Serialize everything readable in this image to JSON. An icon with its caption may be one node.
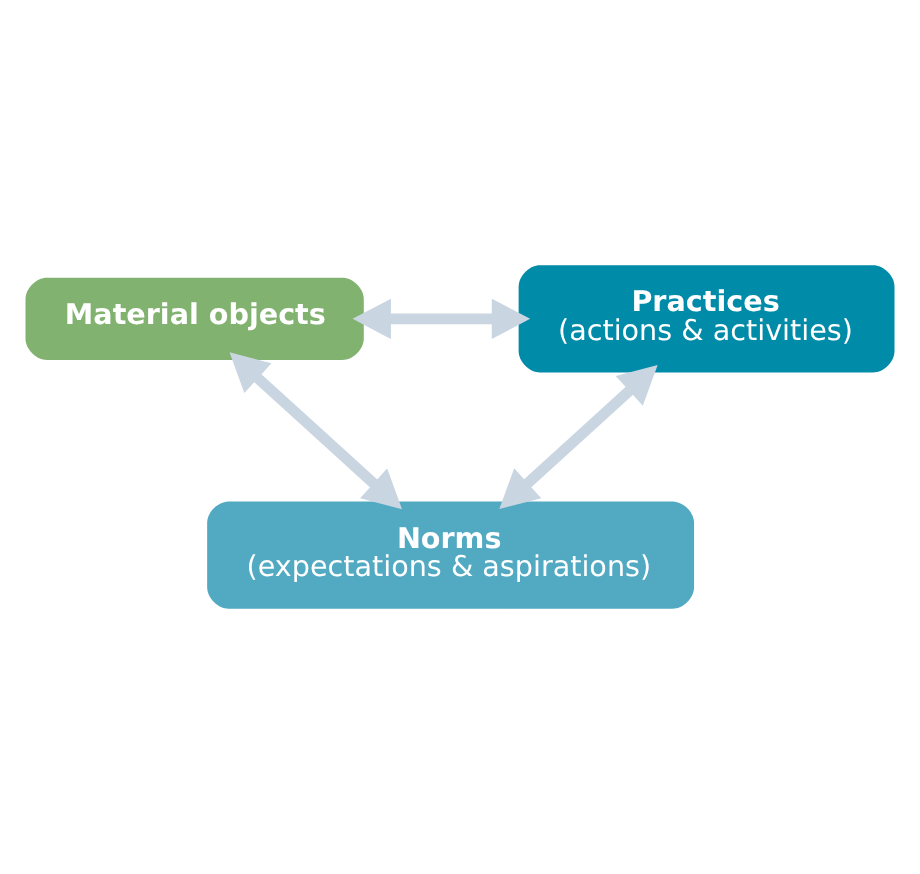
{
  "diagram": {
    "nodes": [
      {
        "text": [
          "Material objects"
        ]
      },
      {
        "text": [
          "Practices",
          "(actions & activities)"
        ]
      },
      {
        "text": [
          "Norms",
          "(expectations & aspirations)"
        ]
      }
    ],
    "edges": [
      {
        "from": 0,
        "to": 1,
        "arrow": "both"
      },
      {
        "from": 1,
        "to": 2,
        "arrow": "both"
      },
      {
        "from": 2,
        "to": 0,
        "arrow": "both"
      }
    ]
  }
}
